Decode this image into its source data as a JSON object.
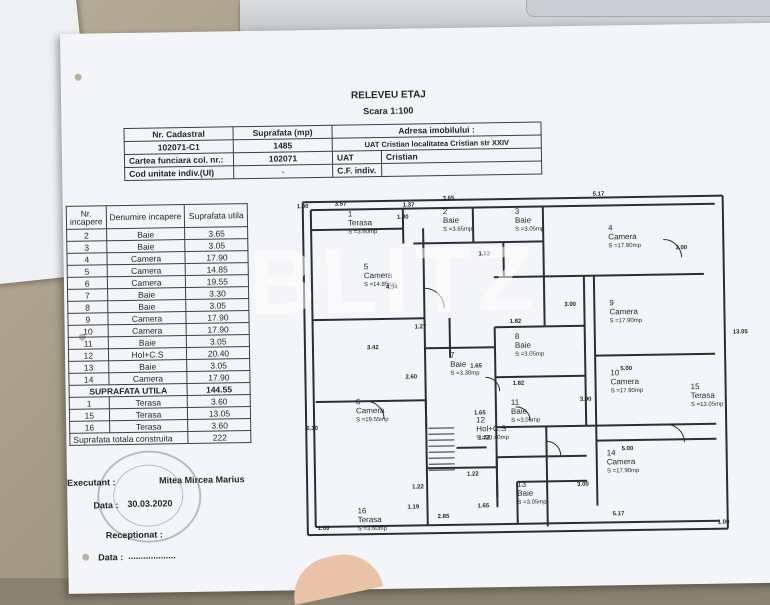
{
  "header": {
    "title": "RELEVEU ETAJ",
    "scale": "Scara 1:100"
  },
  "cadastral": {
    "h_nr": "Nr. Cadastral",
    "h_area": "Suprafata (mp)",
    "h_addr": "Adresa imobilului :",
    "nr": "102071-C1",
    "area": "1485",
    "addr": "UAT Cristian localitatea Cristian str XXIV",
    "cf_label": "Cartea funciara col. nr.:",
    "cf_value": "102071",
    "uat_label": "UAT",
    "uat_value": "Cristian",
    "cod_label": "Cod unitate indiv.(UI)",
    "cod_value": "-",
    "cf_indiv": "C.F. indiv."
  },
  "rooms_table": {
    "h_nr": "Nr. incapere",
    "h_name": "Denumire incapere",
    "h_area": "Suprafata utila",
    "rows": [
      {
        "nr": "2",
        "name": "Baie",
        "area": "3.65"
      },
      {
        "nr": "3",
        "name": "Baie",
        "area": "3.05"
      },
      {
        "nr": "4",
        "name": "Camera",
        "area": "17.90"
      },
      {
        "nr": "5",
        "name": "Camera",
        "area": "14.85"
      },
      {
        "nr": "6",
        "name": "Camera",
        "area": "19.55"
      },
      {
        "nr": "7",
        "name": "Baie",
        "area": "3.30"
      },
      {
        "nr": "8",
        "name": "Baie",
        "area": "3.05"
      },
      {
        "nr": "9",
        "name": "Camera",
        "area": "17.90"
      },
      {
        "nr": "10",
        "name": "Camera",
        "area": "17.90"
      },
      {
        "nr": "11",
        "name": "Baie",
        "area": "3.05"
      },
      {
        "nr": "12",
        "name": "Hol+C.S",
        "area": "20.40"
      },
      {
        "nr": "13",
        "name": "Baie",
        "area": "3.05"
      },
      {
        "nr": "14",
        "name": "Camera",
        "area": "17.90"
      }
    ],
    "useful_label": "SUPRAFATA UTILA",
    "useful_value": "144.55",
    "terrace_rows": [
      {
        "nr": "1",
        "name": "Terasa",
        "area": "3.60"
      },
      {
        "nr": "15",
        "name": "Terasa",
        "area": "13.05"
      },
      {
        "nr": "16",
        "name": "Terasa",
        "area": "3.60"
      }
    ],
    "total_label": "Suprafata totala construita",
    "total_value": "222"
  },
  "signature": {
    "executant_label": "Executant :",
    "executant_name": "Mitea Mircea Marius",
    "date_label": "Data :",
    "date_value": "30.03.2020",
    "receptionat_label": "Receptionat :",
    "date2_label": "Data :",
    "date2_value": "..................."
  },
  "watermark": "BLITZ",
  "plan_labels": [
    {
      "n": "1",
      "name": "Terasa",
      "s": "S =3.60mp"
    },
    {
      "n": "2",
      "name": "Baie",
      "s": "S =3.65mp"
    },
    {
      "n": "3",
      "name": "Baie",
      "s": "S =3.05mp"
    },
    {
      "n": "4",
      "name": "Camera",
      "s": "S =17.90mp"
    },
    {
      "n": "5",
      "name": "Camera",
      "s": "S =14.85mp"
    },
    {
      "n": "6",
      "name": "Camera",
      "s": "S =19.55mp"
    },
    {
      "n": "7",
      "name": "Baie",
      "s": "S =3.30mp"
    },
    {
      "n": "8",
      "name": "Baie",
      "s": "S =3.05mp"
    },
    {
      "n": "9",
      "name": "Camera",
      "s": "S =17.90mp"
    },
    {
      "n": "10",
      "name": "Camera",
      "s": "S =17.90mp"
    },
    {
      "n": "11",
      "name": "Baie",
      "s": "S =3.05mp"
    },
    {
      "n": "12",
      "name": "Hol+C.S",
      "s": "S =20.40mp"
    },
    {
      "n": "13",
      "name": "Baie",
      "s": "S =3.05mp"
    },
    {
      "n": "14",
      "name": "Camera",
      "s": "S =17.90mp"
    },
    {
      "n": "15",
      "name": "Terasa",
      "s": "S =13.05mp"
    },
    {
      "n": "16",
      "name": "Terasa",
      "s": "S =3.60mp"
    }
  ],
  "dimensions": [
    "1.00",
    "3.57",
    "1.37",
    "3.65",
    "5.17",
    "3.00",
    "3.00",
    "4.94",
    "1.22",
    "1.82",
    "1.27",
    "3.42",
    "1.65",
    "1.82",
    "3.00",
    "5.00",
    "1.22",
    "1.65",
    "5.00",
    "13.05",
    "6.30",
    "2.60",
    "1.22",
    "3.00",
    "1.22",
    "1.19",
    "2.85",
    "1.65",
    "5.17",
    "1.00",
    "1.00",
    "1.00"
  ]
}
